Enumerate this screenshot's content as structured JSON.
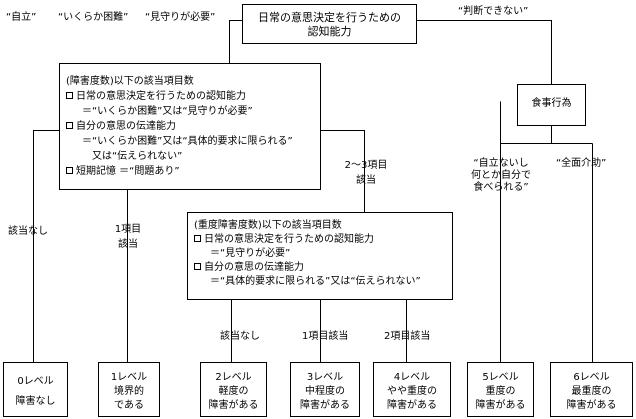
{
  "top_box": {
    "line1": "日常の意思決定を行うための",
    "line2": "認知能力"
  },
  "top_labels": {
    "jiritsu": "“自立”",
    "ikuraka": "“いくらか困難”",
    "mimamori": "“見守りが必要”",
    "handan": "“判断できない”"
  },
  "box_mild": {
    "title": "(障害度数)以下の該当項目数",
    "item1": "日常の意思決定を行うための認知能力",
    "item1_sub": "＝“いくらか困難”又は“見守りが必要”",
    "item2": "自分の意思の伝達能力",
    "item2_sub1": "＝“いくらか困難”又は“具体的要求に限られる”",
    "item2_sub2": "又は“伝えられない”",
    "item3": "短期記憶 ＝“問題あり”"
  },
  "shokuji": {
    "label": "食事行為"
  },
  "shokuji_labels": {
    "jiritsu_line1": "“自立ないし",
    "jiritsu_line2": "何とか自分で",
    "jiritsu_line3": "食べられる”",
    "zenmen": "“全面介助”"
  },
  "mild_labels": {
    "none": "該当なし",
    "one_line1": "1項目",
    "one_line2": "該当",
    "two3_line1": "2～3項目",
    "two3_line2": "該当"
  },
  "box_severe": {
    "title": "(重度障害度数)以下の該当項目数",
    "item1": "日常の意思決定を行うための認知能力",
    "item1_sub": "＝“見守りが必要”",
    "item2": "自分の意思の伝達能力",
    "item2_sub": "＝“具体的要求に限られる”又は“伝えられない”"
  },
  "severe_labels": {
    "none": "該当なし",
    "one": "1項目該当",
    "two": "2項目該当"
  },
  "levels": [
    {
      "l1": "0レベル",
      "l2": "",
      "l3": "障害なし"
    },
    {
      "l1": "1レベル",
      "l2": "境界的",
      "l3": "である"
    },
    {
      "l1": "2レベル",
      "l2": "軽度の",
      "l3": "障害がある"
    },
    {
      "l1": "3レベル",
      "l2": "中程度の",
      "l3": "障害がある"
    },
    {
      "l1": "4レベル",
      "l2": "やや重度の",
      "l3": "障害がある"
    },
    {
      "l1": "5レベル",
      "l2": "重度の",
      "l3": "障害がある"
    },
    {
      "l1": "6レベル",
      "l2": "最重度の",
      "l3": "障害がある"
    }
  ]
}
